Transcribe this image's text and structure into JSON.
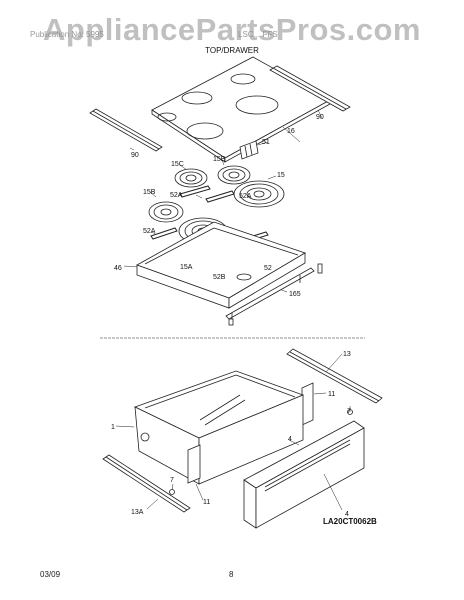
{
  "watermark": "AppliancePartsPros.com",
  "header": {
    "left": "Publication No: 5995",
    "right": "LSC...  FFS"
  },
  "title": "TOP/DRAWER",
  "reference_code": "LA20CT0062B",
  "footer": {
    "date": "03/09",
    "page": "8"
  },
  "callouts": {
    "c16": "16",
    "c90a": "90",
    "c90b": "90",
    "c51": "51",
    "c15": "15",
    "c15C": "15C",
    "c15B_top": "15B",
    "c52A_a": "52A",
    "c52A_b": "52A",
    "c15B_left": "15B",
    "c52A_c": "52A",
    "c15A": "15A",
    "c52": "52",
    "c52B": "52B",
    "c46": "46",
    "c165": "165",
    "c13": "13",
    "c11a": "11",
    "c7a": "7",
    "c1": "1",
    "c4a": "4",
    "c4b": "4",
    "c11b": "11",
    "c7b": "7",
    "c13A": "13A"
  }
}
